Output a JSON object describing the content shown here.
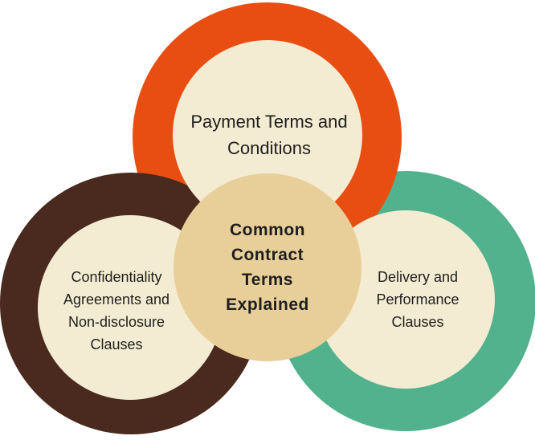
{
  "diagram": {
    "top": {
      "label": "Payment Terms and\nConditions",
      "ring_color": "#e84e12",
      "fill_color": "#f4ecd2"
    },
    "left": {
      "label": "Confidentiality\nAgreements and\nNon-disclosure\nClauses",
      "ring_color": "#4a2a1e",
      "fill_color": "#f4ecd2"
    },
    "right": {
      "label": "Delivery and\nPerformance\nClauses",
      "ring_color": "#52b28e",
      "fill_color": "#f4ecd2"
    },
    "center": {
      "label": "Common\nContract\nTerms\nExplained",
      "fill_color": "#e8cf9a"
    }
  }
}
